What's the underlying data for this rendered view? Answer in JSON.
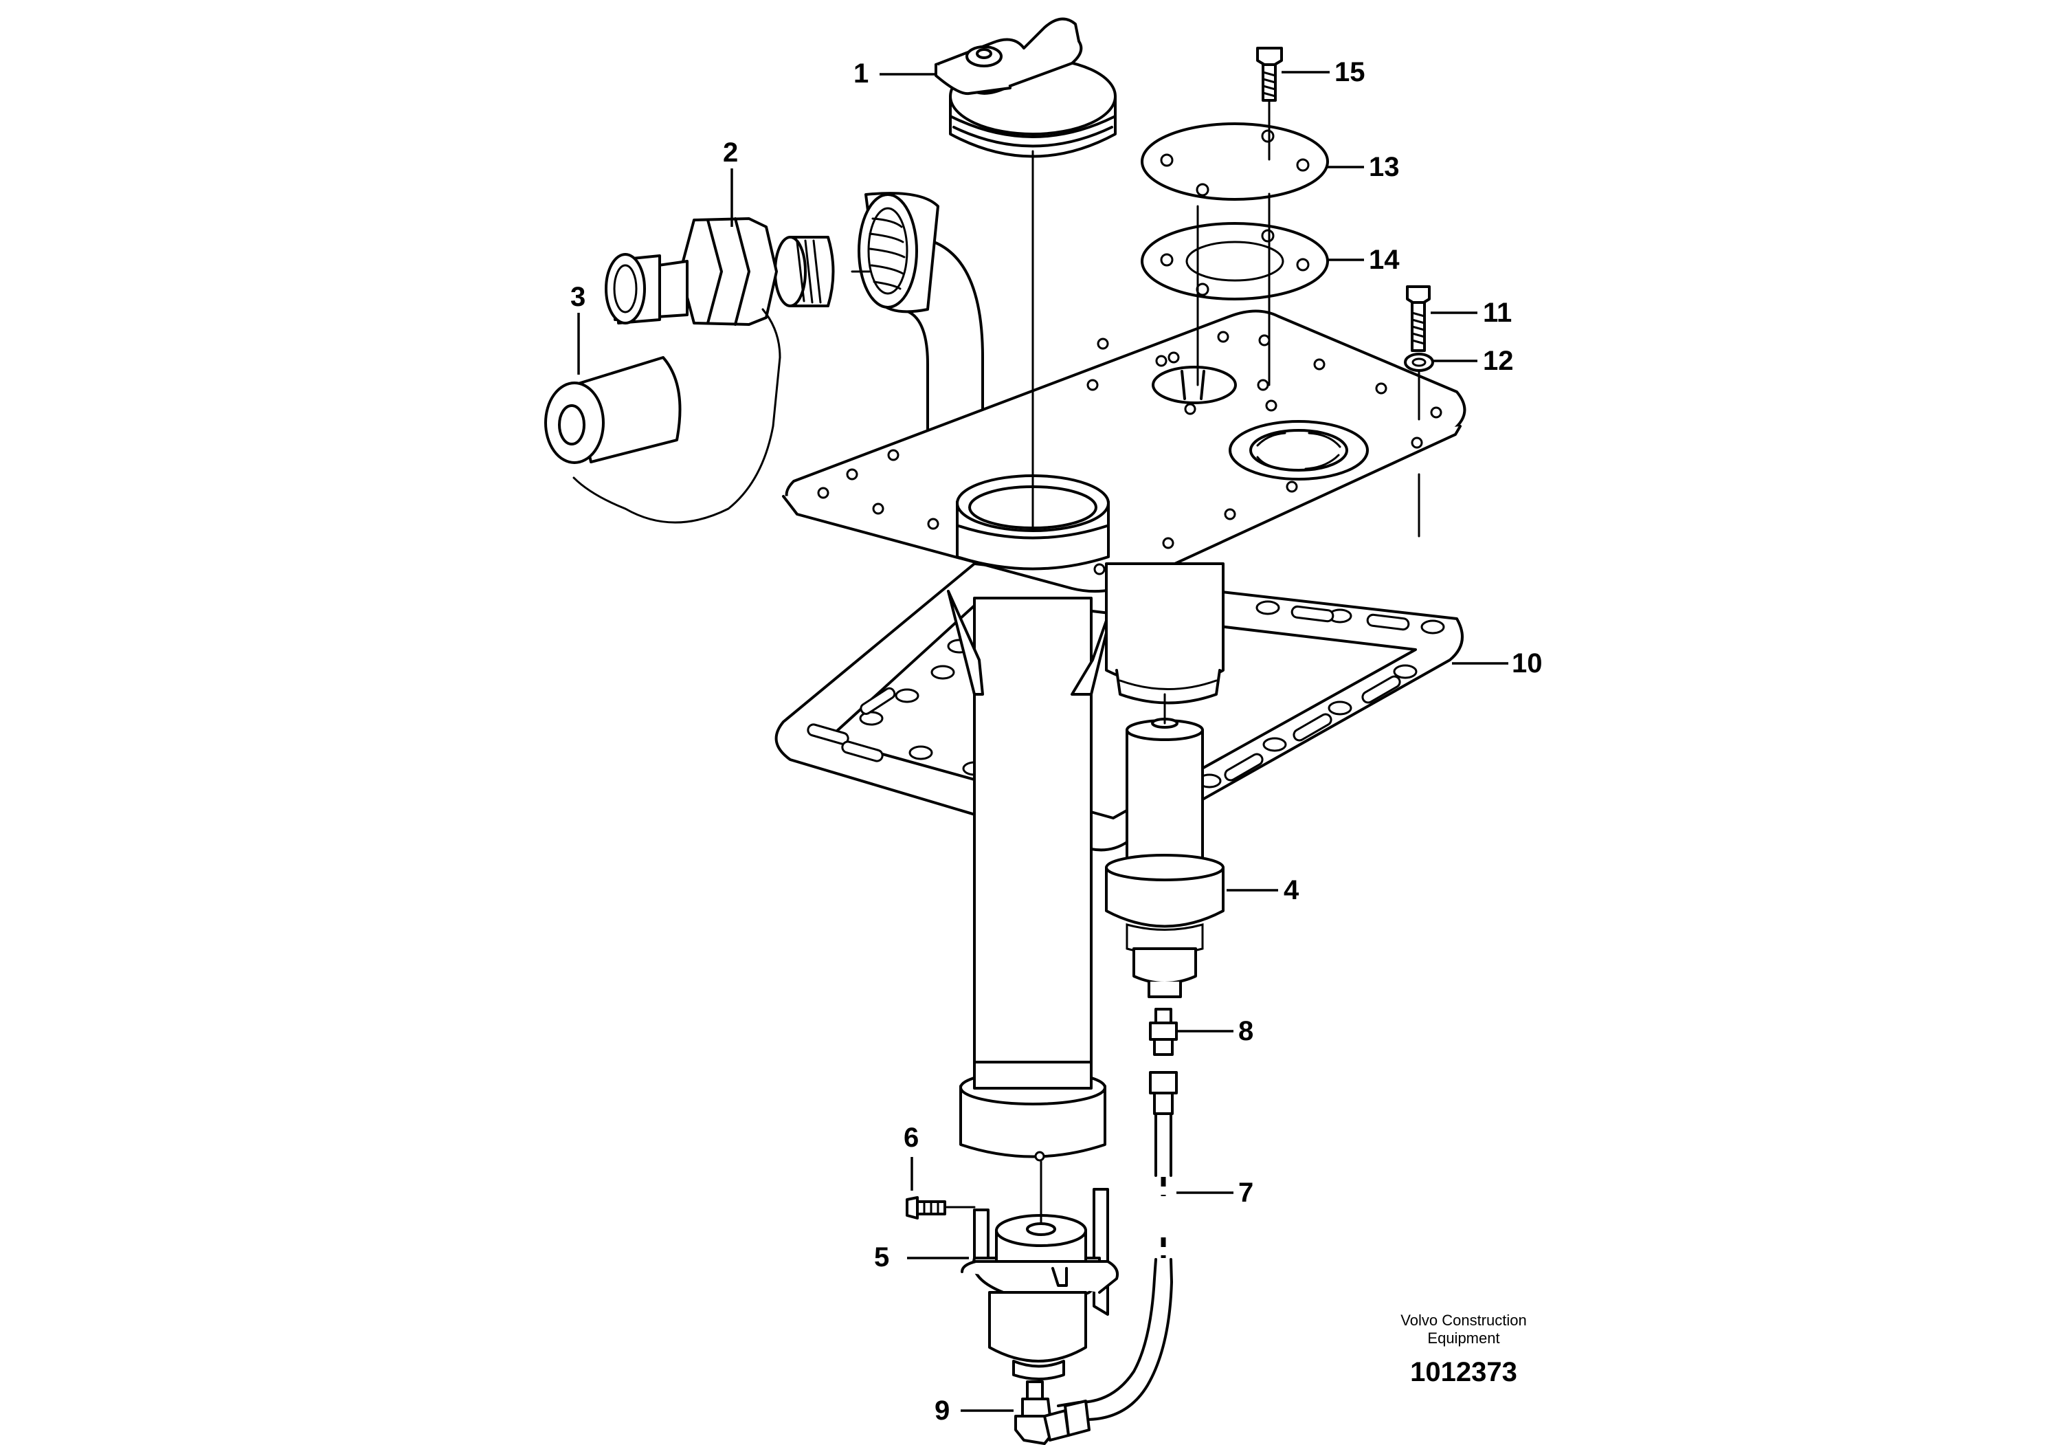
{
  "callouts": {
    "c1": "1",
    "c2": "2",
    "c3": "3",
    "c4": "4",
    "c5": "5",
    "c6": "6",
    "c7": "7",
    "c8": "8",
    "c9": "9",
    "c10": "10",
    "c11": "11",
    "c12": "12",
    "c13": "13",
    "c14": "14",
    "c15": "15"
  },
  "footer": {
    "maker_line1": "Volvo Construction",
    "maker_line2": "Equipment",
    "drawing_number": "1012373"
  }
}
